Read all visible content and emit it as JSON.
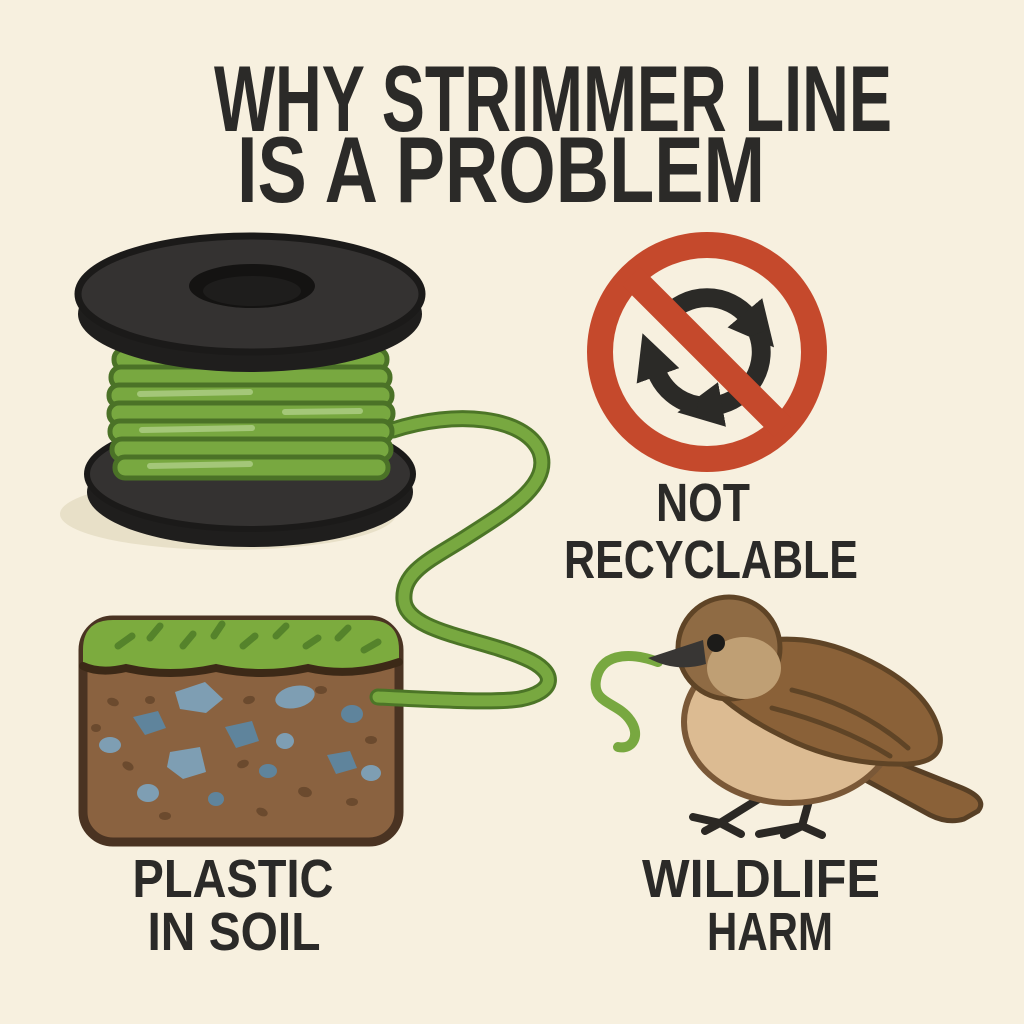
{
  "title": {
    "line1": "WHY STRIMMER LINE",
    "line2": "IS A PROBLEM"
  },
  "captions": {
    "not_recyclable": {
      "line1": "NOT",
      "line2": "RECYCLABLE"
    },
    "plastic_in_soil": {
      "line1": "PLASTIC",
      "line2": "IN SOIL"
    },
    "wildlife_harm": {
      "line1": "WILDLIFE",
      "line2": "HARM"
    }
  },
  "icons": {
    "spool": "spool-of-strimmer-line-icon",
    "no_recycling": "no-recycling-icon",
    "soil": "soil-cross-section-icon",
    "bird": "bird-with-line-in-beak-icon"
  },
  "colors": {
    "background": "#f7f0df",
    "ink": "#2b2a28",
    "prohibition_red": "#c5492c",
    "recycle_symbol": "#2b2a27",
    "line_green": "#78a840",
    "line_green_dark": "#4c7527",
    "spool_dark": "#343231",
    "spool_shadow": "#e8e0c8",
    "grass_green": "#7cab3e",
    "grass_dash": "#55832b",
    "soil_brown": "#8a6240",
    "soil_outline": "#4a3322",
    "plastic_blue": "#7e9eb3",
    "plastic_blue_dark": "#5f849c",
    "bird_brown": "#8a6138",
    "bird_breast": "#dcbb92",
    "bird_head": "#8f6b44",
    "bird_face": "#bf9f74"
  }
}
